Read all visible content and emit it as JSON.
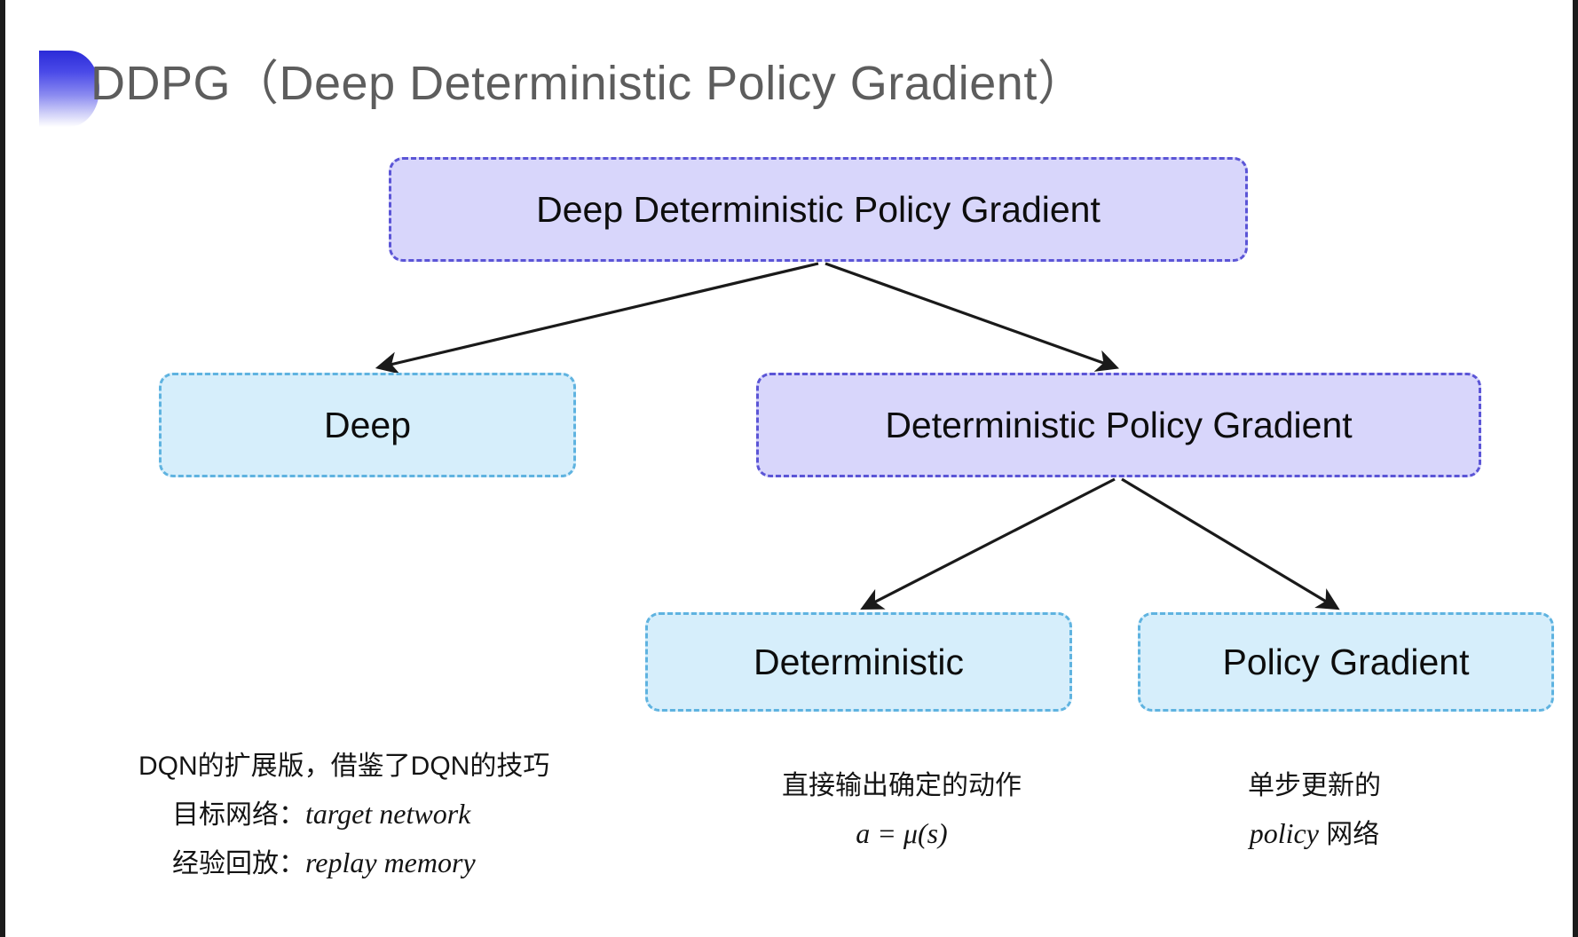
{
  "slide": {
    "title": "DDPG（Deep Deterministic Policy Gradient）",
    "bullet_icon": "half-circle-gradient-icon",
    "background_color": "#ffffff",
    "title_color": "#5d5d5d"
  },
  "colors": {
    "purple_fill": "#d8d6fb",
    "purple_border": "#5b55d6",
    "cyan_fill": "#d6eefb",
    "cyan_border": "#5fb3e0",
    "arrow": "#1a1a1a",
    "text": "#0d0d0d"
  },
  "diagram": {
    "type": "tree",
    "nodes": [
      {
        "id": "ddpg",
        "label": "Deep Deterministic Policy Gradient",
        "style": "purple"
      },
      {
        "id": "deep",
        "label": "Deep",
        "style": "cyan"
      },
      {
        "id": "dpg",
        "label": "Deterministic Policy Gradient",
        "style": "purple"
      },
      {
        "id": "det",
        "label": "Deterministic",
        "style": "cyan"
      },
      {
        "id": "pg",
        "label": "Policy Gradient",
        "style": "cyan"
      }
    ],
    "edges": [
      {
        "from": "ddpg",
        "to": "deep"
      },
      {
        "from": "ddpg",
        "to": "dpg"
      },
      {
        "from": "dpg",
        "to": "det"
      },
      {
        "from": "dpg",
        "to": "pg"
      }
    ]
  },
  "captions": {
    "left": {
      "line1": "DQN的扩展版，借鉴了DQN的技巧",
      "line2_label": "目标网络：",
      "line2_term": "target network",
      "line3_label": "经验回放：",
      "line3_term": "replay memory"
    },
    "middle": {
      "line1": "直接输出确定的动作",
      "formula": "a = μ(s)"
    },
    "right": {
      "line1": "单步更新的",
      "line2_term": "policy",
      "line2_suffix": " 网络"
    }
  }
}
